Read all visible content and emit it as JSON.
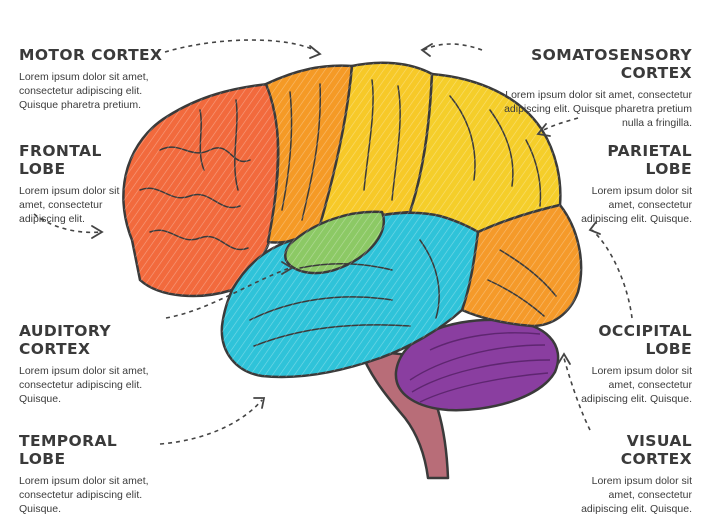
{
  "labels": {
    "motor_cortex": {
      "title": "MOTOR CORTEX",
      "text": "Lorem ipsum dolor sit amet, consectetur adipiscing elit. Quisque pharetra pretium."
    },
    "frontal_lobe": {
      "title": "FRONTAL LOBE",
      "text": "Lorem ipsum dolor sit amet, consectetur adipiscing elit."
    },
    "auditory_cortex": {
      "title": "AUDITORY CORTEX",
      "text": "Lorem ipsum dolor sit amet, consectetur adipiscing elit. Quisque."
    },
    "temporal_lobe": {
      "title": "TEMPORAL LOBE",
      "text": "Lorem ipsum dolor sit amet, consectetur adipiscing elit. Quisque."
    },
    "somatosensory_cortex": {
      "title": "SOMATOSENSORY CORTEX",
      "text": "Lorem ipsum dolor sit amet, consectetur adipiscing elit. Quisque pharetra pretium nulla a fringilla."
    },
    "parietal_lobe": {
      "title": "PARIETAL LOBE",
      "text": "Lorem ipsum dolor sit amet, consectetur adipiscing elit. Quisque."
    },
    "occipital_lobe": {
      "title": "OCCIPITAL LOBE",
      "text": "Lorem ipsum dolor sit amet, consectetur adipiscing elit. Quisque."
    },
    "visual_cortex": {
      "title": "VISUAL CORTEX",
      "text": "Lorem ipsum dolor sit amet, consectetur adipiscing elit. Quisque."
    }
  },
  "colors": {
    "frontal": "#f26a3d",
    "motor": "#f59a26",
    "somatosensory": "#f7c928",
    "parietal": "#f5ce2a",
    "occipital": "#f59a2a",
    "temporal": "#2fc3d9",
    "auditory": "#8cc965",
    "cerebellum": "#8a3ea0",
    "brainstem": "#b86d78",
    "outline": "#3a3a3a",
    "text": "#3a3a3a"
  }
}
